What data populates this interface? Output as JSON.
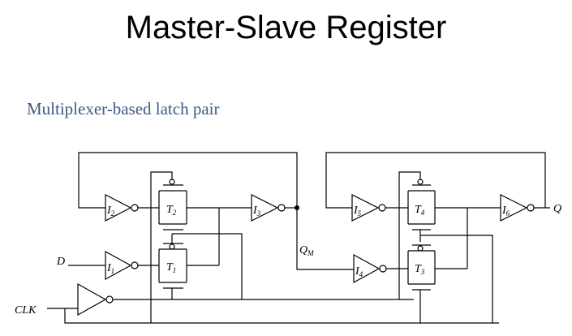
{
  "slide": {
    "title": "Master-Slave Register",
    "subtitle": "Multiplexer-based latch pair"
  },
  "diagram": {
    "inputs": {
      "d": "D",
      "clk": "CLK"
    },
    "output": "Q",
    "internal_node": {
      "base": "Q",
      "sub": "M"
    },
    "inverters": [
      {
        "base": "I",
        "sub": "1"
      },
      {
        "base": "I",
        "sub": "2"
      },
      {
        "base": "I",
        "sub": "3"
      },
      {
        "base": "I",
        "sub": "4"
      },
      {
        "base": "I",
        "sub": "5"
      },
      {
        "base": "I",
        "sub": "6"
      }
    ],
    "transmission_gates": [
      {
        "base": "T",
        "sub": "1"
      },
      {
        "base": "T",
        "sub": "2"
      },
      {
        "base": "T",
        "sub": "3"
      },
      {
        "base": "T",
        "sub": "4"
      }
    ]
  }
}
